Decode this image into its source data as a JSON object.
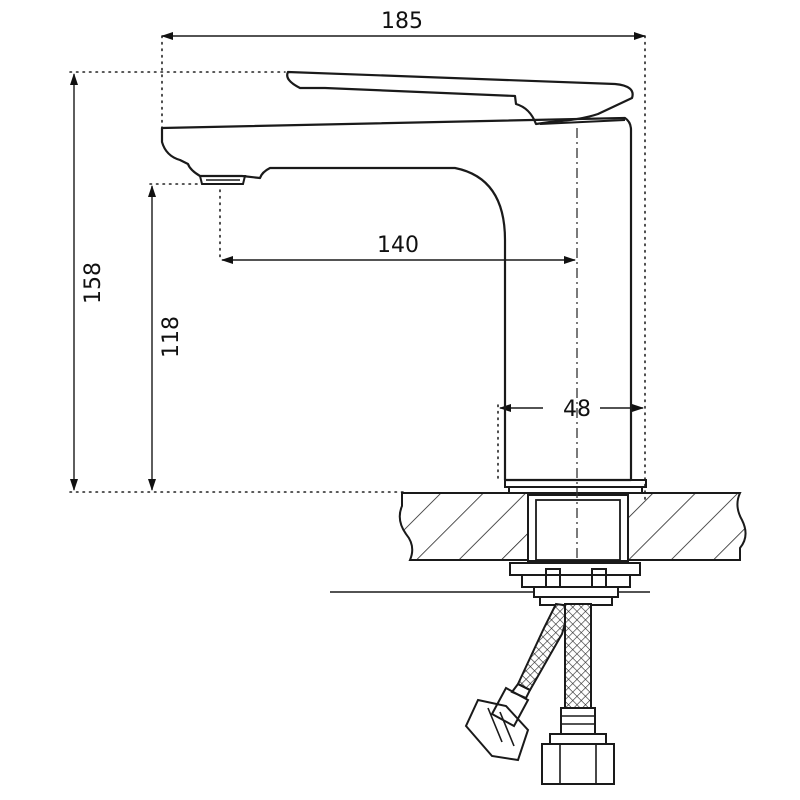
{
  "drawing": {
    "dimensions": {
      "overall_width": "185",
      "overall_height": "158",
      "spout_height": "118",
      "spout_reach": "140",
      "body_diameter": "48"
    }
  }
}
